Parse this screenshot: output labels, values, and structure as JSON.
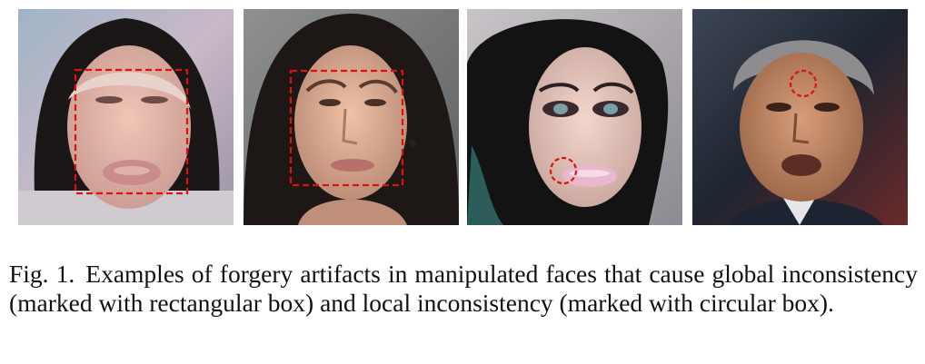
{
  "figure": {
    "panels": [
      {
        "id": "face-1",
        "marker": "rectangle",
        "marker_color": "#e01010",
        "image": "face photo with blurred mouth"
      },
      {
        "id": "face-2",
        "marker": "rectangle",
        "marker_color": "#e01010",
        "image": "face photo of woman"
      },
      {
        "id": "face-3",
        "marker": "circle",
        "marker_color": "#e01010",
        "image": "face photo with makeup, marker on lips"
      },
      {
        "id": "face-4",
        "marker": "circle",
        "marker_color": "#e01010",
        "image": "face photo of man, marker on forehead"
      }
    ]
  },
  "caption": {
    "label": "Fig. 1.",
    "text": "Examples of forgery artifacts in manipulated faces that cause global inconsistency (marked with rectangular box) and local inconsistency (marked with circular box)."
  }
}
